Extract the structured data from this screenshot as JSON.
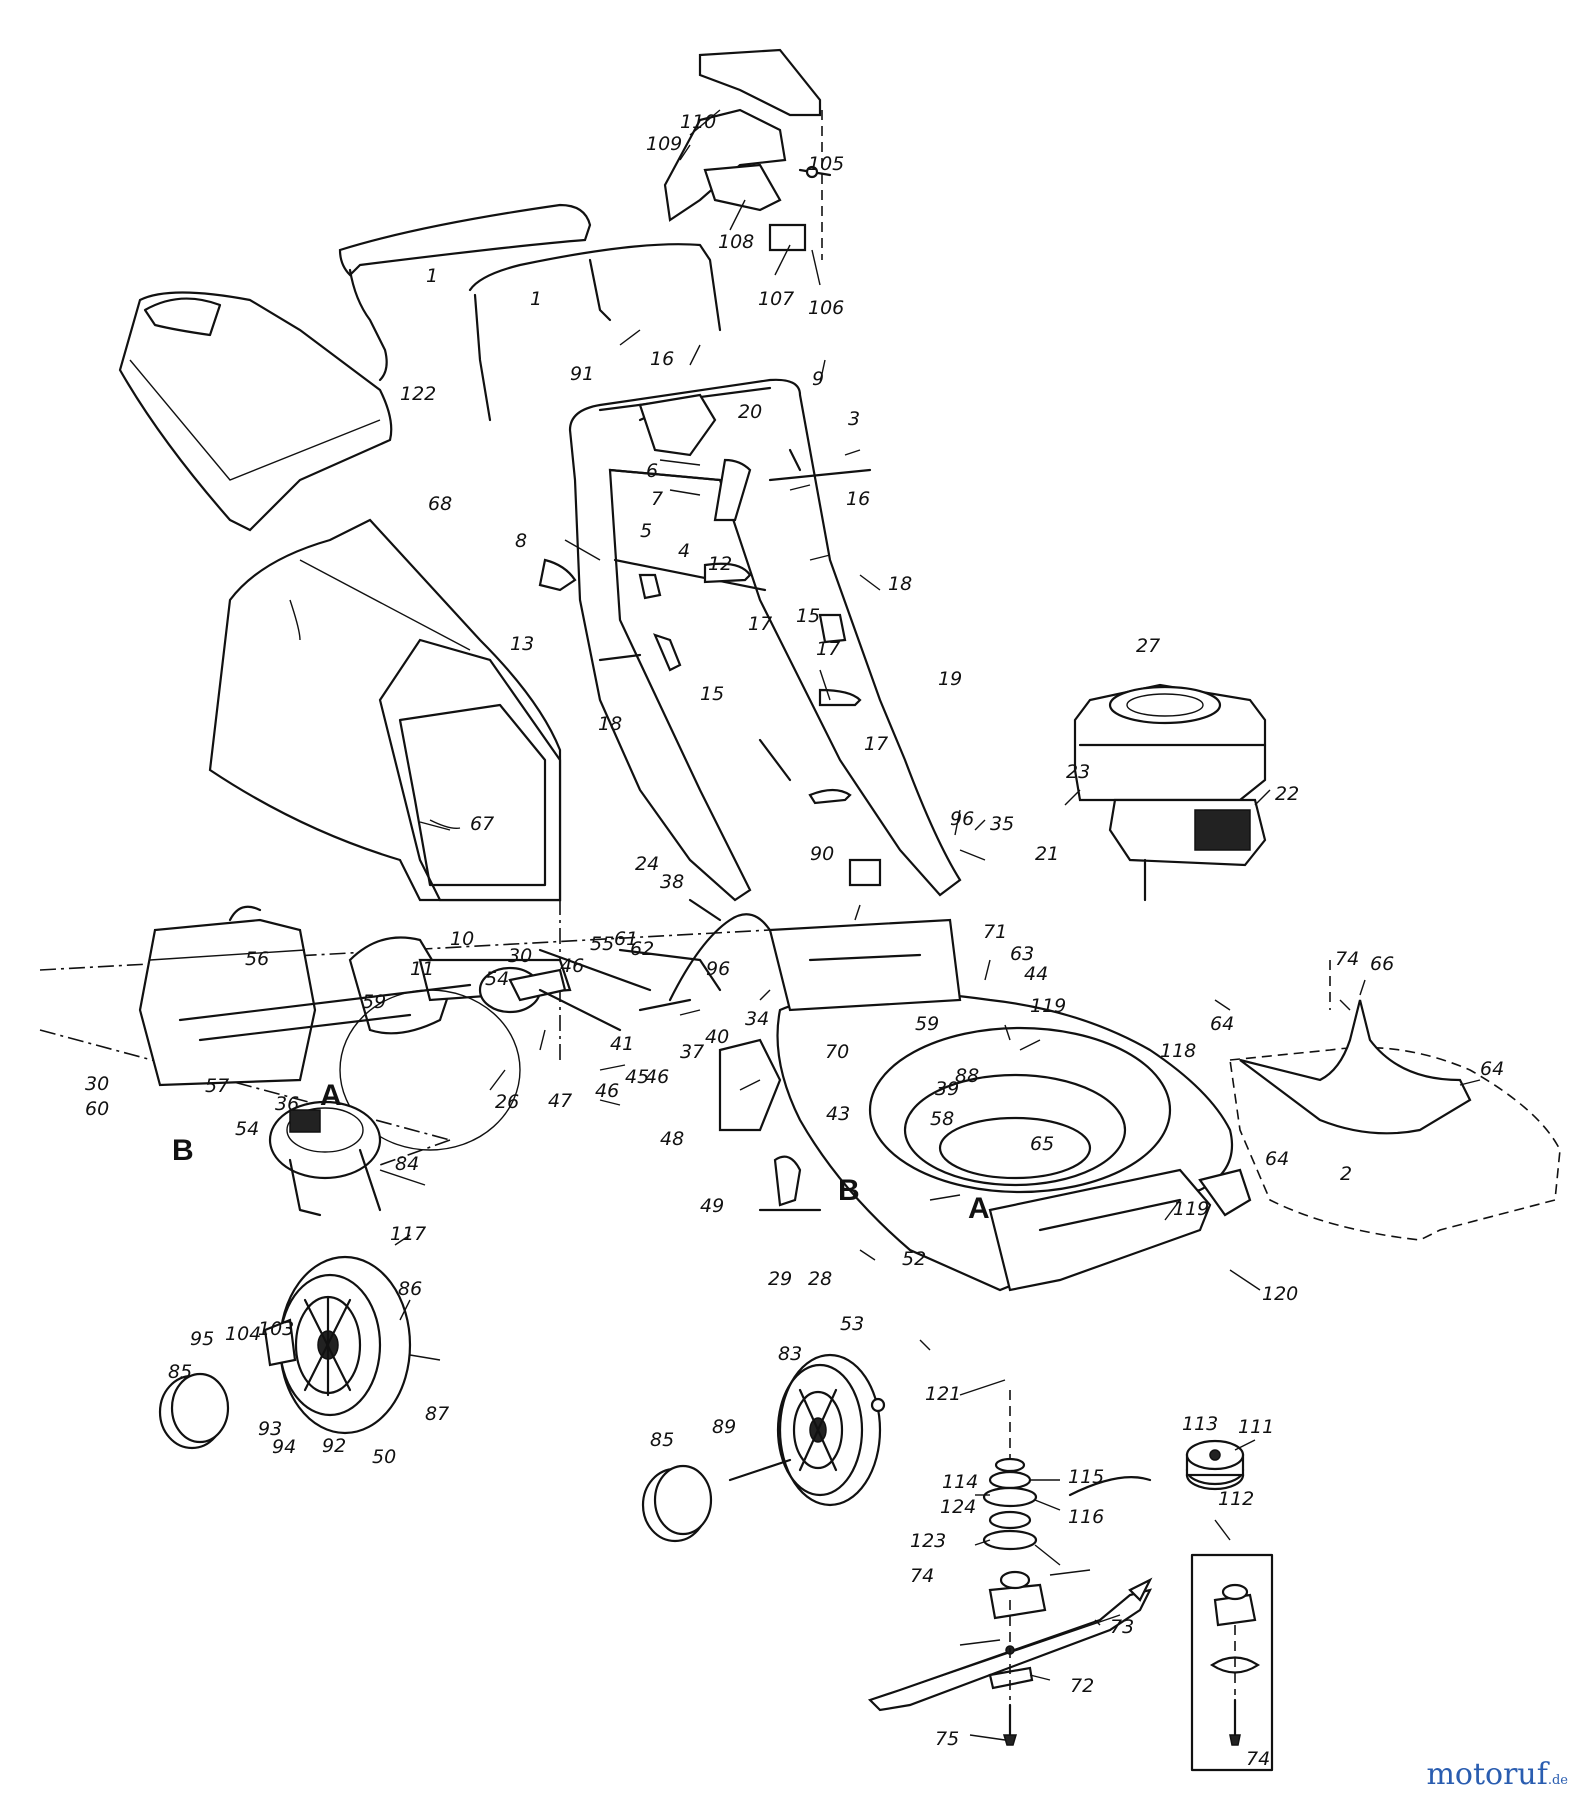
{
  "labels": {
    "l1a": "1",
    "l1b": "1",
    "l2": "2",
    "l3": "3",
    "l4": "4",
    "l5": "5",
    "l6": "6",
    "l7": "7",
    "l8": "8",
    "l9": "9",
    "l10": "10",
    "l11": "11",
    "l12": "12",
    "l13": "13",
    "l15a": "15",
    "l15b": "15",
    "l16a": "16",
    "l16b": "16",
    "l17a": "17",
    "l17b": "17",
    "l17c": "17",
    "l18a": "18",
    "l18b": "18",
    "l19": "19",
    "l20": "20",
    "l21": "21",
    "l22": "22",
    "l23": "23",
    "l24": "24",
    "l26": "26",
    "l27": "27",
    "l28": "28",
    "l29": "29",
    "l30a": "30",
    "l30b": "30",
    "l34": "34",
    "l35": "35",
    "l36": "36",
    "l37": "37",
    "l38": "38",
    "l39": "39",
    "l40": "40",
    "l41": "41",
    "l43": "43",
    "l44": "44",
    "l45": "45",
    "l46a": "46",
    "l46b": "46",
    "l46c": "46",
    "l47": "47",
    "l48": "48",
    "l49": "49",
    "l50": "50",
    "l52": "52",
    "l53": "53",
    "l54a": "54",
    "l54b": "54",
    "l55": "55",
    "l56": "56",
    "l57": "57",
    "l58": "58",
    "l59a": "59",
    "l59b": "59",
    "l60": "60",
    "l61": "61",
    "l62": "62",
    "l63": "63",
    "l64a": "64",
    "l64b": "64",
    "l64c": "64",
    "l65": "65",
    "l66": "66",
    "l67": "67",
    "l68": "68",
    "l70": "70",
    "l71": "71",
    "l72": "72",
    "l73": "73",
    "l74a": "74",
    "l74b": "74",
    "l74c": "74",
    "l75": "75",
    "l83": "83",
    "l84": "84",
    "l85a": "85",
    "l85b": "85",
    "l86": "86",
    "l87": "87",
    "l88": "88",
    "l89": "89",
    "l90": "90",
    "l91": "91",
    "l92": "92",
    "l93": "93",
    "l94": "94",
    "l95": "95",
    "l96a": "96",
    "l96b": "96",
    "l103": "103",
    "l104": "104",
    "l105": "105",
    "l106": "106",
    "l107": "107",
    "l108": "108",
    "l109": "109",
    "l110": "110",
    "l111": "111",
    "l112": "112",
    "l113": "113",
    "l114": "114",
    "l115": "115",
    "l116": "116",
    "l117": "117",
    "l118": "118",
    "l119a": "119",
    "l119b": "119",
    "l120": "120",
    "l121": "121",
    "l122": "122",
    "l123": "123",
    "l124": "124"
  },
  "markers": {
    "A1": "A",
    "A2": "A",
    "B1": "B",
    "B2": "B"
  },
  "watermark": {
    "main": "motoruf",
    "tld": ".de"
  }
}
